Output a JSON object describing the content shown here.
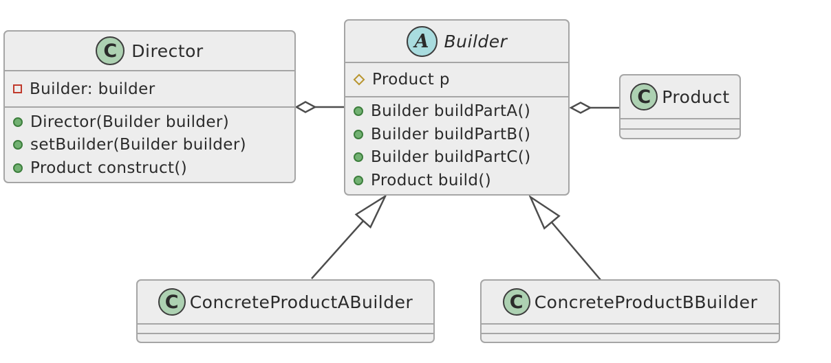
{
  "diagram": {
    "kind": "uml-class-diagram",
    "pattern": "Builder"
  },
  "colors": {
    "box_fill": "#ededed",
    "box_border": "#a5a5a5",
    "line": "#4d4d4d",
    "text": "#2b2b2b",
    "class_icon_fill": "#add1b2",
    "abstract_icon_fill": "#a9dcdf",
    "icon_border": "#3d3d3d",
    "public_method_fill": "#72b172",
    "public_method_border": "#3c7e3c",
    "private_field_border": "#c0392b",
    "protected_field_border": "#b8952e"
  },
  "classes": {
    "director": {
      "stereotype": "C",
      "stereotype_meaning": "class",
      "name": "Director",
      "fields": [
        {
          "icon": "private-field-icon",
          "text": "Builder: builder"
        }
      ],
      "methods": [
        {
          "icon": "public-method-icon",
          "text": "Director(Builder builder)"
        },
        {
          "icon": "public-method-icon",
          "text": "setBuilder(Builder builder)"
        },
        {
          "icon": "public-method-icon",
          "text": "Product construct()"
        }
      ]
    },
    "builder": {
      "stereotype": "A",
      "stereotype_meaning": "abstract class",
      "name": "Builder",
      "fields": [
        {
          "icon": "protected-field-icon",
          "text": "Product p"
        }
      ],
      "methods": [
        {
          "icon": "public-method-icon",
          "text": "Builder buildPartA()"
        },
        {
          "icon": "public-method-icon",
          "text": "Builder buildPartB()"
        },
        {
          "icon": "public-method-icon",
          "text": "Builder buildPartC()"
        },
        {
          "icon": "public-method-icon",
          "text": "Product build()"
        }
      ]
    },
    "product": {
      "stereotype": "C",
      "stereotype_meaning": "class",
      "name": "Product",
      "fields": [],
      "methods": []
    },
    "concrete_a": {
      "stereotype": "C",
      "stereotype_meaning": "class",
      "name": "ConcreteProductABuilder",
      "fields": [],
      "methods": []
    },
    "concrete_b": {
      "stereotype": "C",
      "stereotype_meaning": "class",
      "name": "ConcreteProductBBuilder",
      "fields": [],
      "methods": []
    }
  },
  "relationships": [
    {
      "type": "aggregation",
      "owner": "Director",
      "part": "Builder",
      "marker": "open-diamond at Director end"
    },
    {
      "type": "aggregation",
      "owner": "Builder",
      "part": "Product",
      "marker": "open-diamond at Builder end"
    },
    {
      "type": "generalization",
      "child": "ConcreteProductABuilder",
      "parent": "Builder",
      "marker": "open-triangle at Builder end"
    },
    {
      "type": "generalization",
      "child": "ConcreteProductBBuilder",
      "parent": "Builder",
      "marker": "open-triangle at Builder end"
    }
  ]
}
